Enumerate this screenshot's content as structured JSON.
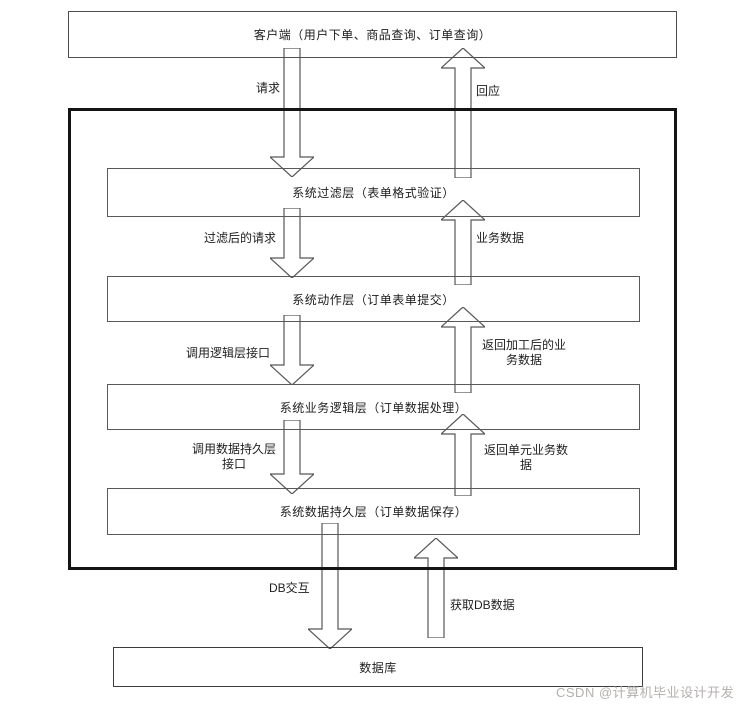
{
  "diagram": {
    "client_label": "客户端（用户下单、商品查询、订单查询）",
    "layers": [
      {
        "label": "系统过滤层（表单格式验证）"
      },
      {
        "label": "系统动作层（订单表单提交）"
      },
      {
        "label": "系统业务逻辑层（订单数据处理）"
      },
      {
        "label": "系统数据持久层（订单数据保存）"
      }
    ],
    "database_label": "数据库",
    "flows": {
      "request": "请求",
      "response": "回应",
      "filtered_request": "过滤后的请求",
      "business_data": "业务数据",
      "call_logic_api": "调用逻辑层接口",
      "return_processed_data": "返回加工后的业务数据",
      "call_persistence_api": "调用数据持久层接口",
      "return_unit_data": "返回单元业务数据",
      "db_interaction": "DB交互",
      "fetch_db_data": "获取DB数据"
    },
    "watermark": "CSDN @计算机毕业设计开发",
    "colors": {
      "box_border": "#595959",
      "outer_border": "#141414",
      "arrow_stroke": "#575757",
      "watermark": "#b3b0ae"
    }
  }
}
